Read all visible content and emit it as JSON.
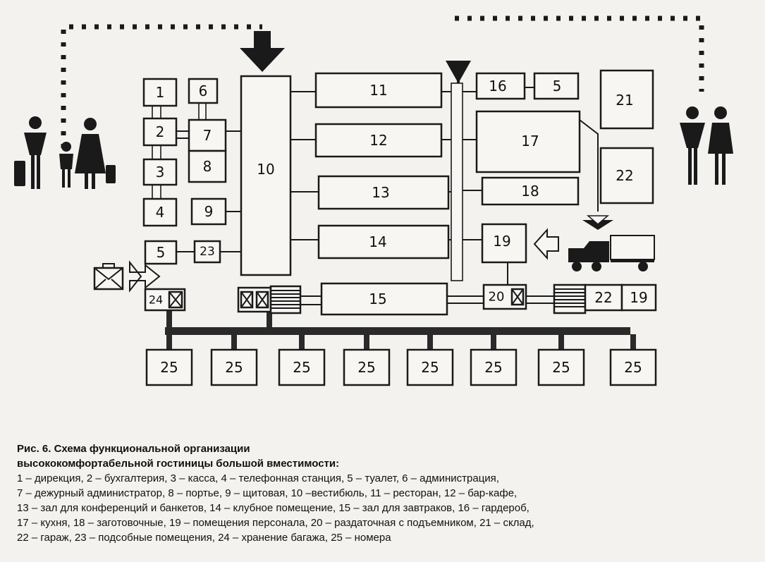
{
  "blocks": {
    "b1": "1",
    "b2": "2",
    "b3": "3",
    "b4": "4",
    "b5a": "5",
    "b6": "6",
    "b7": "7",
    "b8": "8",
    "b9": "9",
    "b10": "10",
    "b11": "11",
    "b12": "12",
    "b13": "13",
    "b14": "14",
    "b15": "15",
    "b16": "16",
    "b5b": "5",
    "b17": "17",
    "b18": "18",
    "b19": "19",
    "b20": "20",
    "b21": "21",
    "b22a": "22",
    "b22b": "22",
    "b19b": "19",
    "b23": "23",
    "b24": "24",
    "rooms": [
      "25",
      "25",
      "25",
      "25",
      "25",
      "25",
      "25",
      "25"
    ]
  },
  "caption": {
    "title_line1": "Рис. 6. Схема функциональной организации",
    "title_line2": "высококомфортабельной гостиницы большой вместимости:",
    "legend_line1": "1 – дирекция, 2 – бухгалтерия, 3 – касса, 4 – телефонная станция, 5 – туалет, 6 – администрация,",
    "legend_line2": "7 – дежурный администратор, 8 – портье, 9 – щитовая, 10 –вестибюль, 11 – ресторан, 12 – бар-кафе,",
    "legend_line3": "13 – зал для конференций и банкетов, 14 – клубное помещение, 15 – зал для завтраков, 16 – гардероб,",
    "legend_line4": "17 – кухня, 18 – заготовочные, 19 – помещения персонала, 20 – раздаточная с подъемником, 21 – склад,",
    "legend_line5": "22 – гараж, 23 – подсобные помещения, 24 – хранение багажа, 25 – номера"
  },
  "icons": [
    "guests-family-icon",
    "guests-couple-icon",
    "entrance-arrow-icon",
    "service-entrance-arrow-icon",
    "luggage-icon",
    "truck-icon",
    "delivery-arrow-icon"
  ]
}
